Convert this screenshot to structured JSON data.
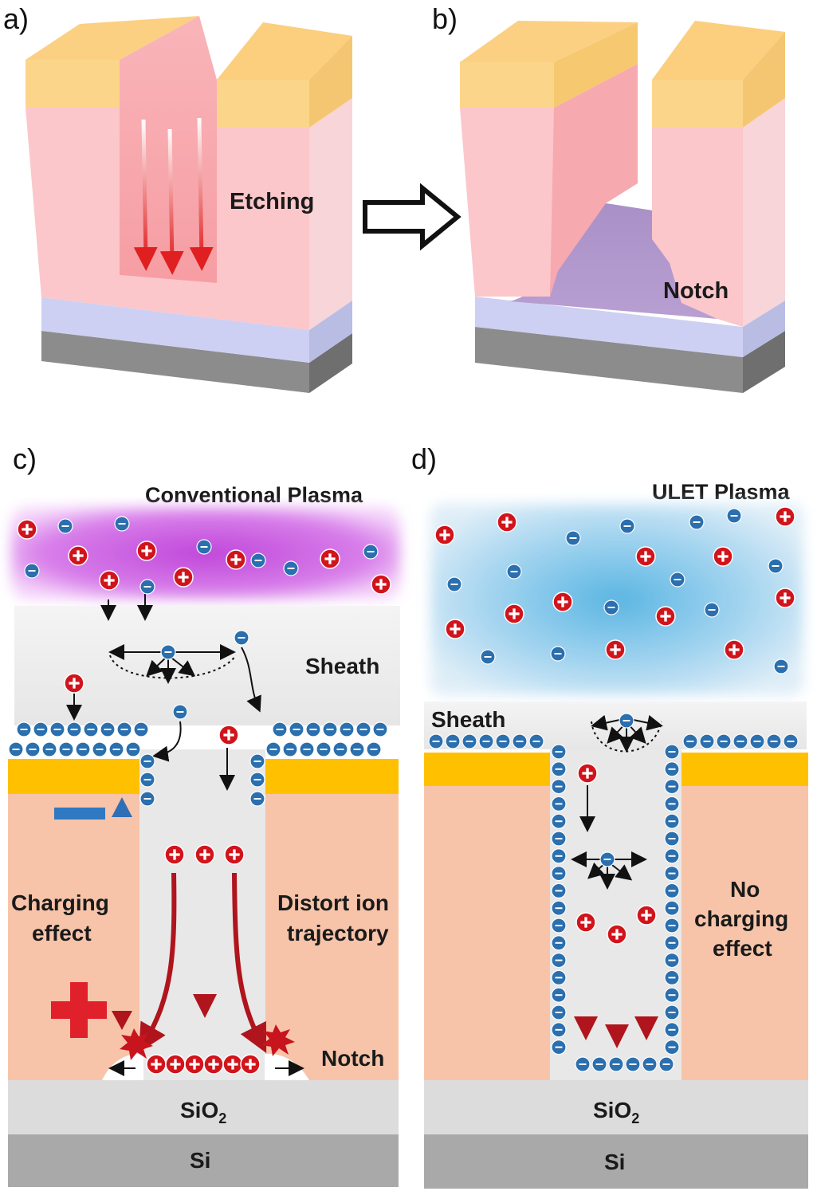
{
  "panels": {
    "a": {
      "tag": "a)",
      "etching_label": "Etching"
    },
    "b": {
      "tag": "b)",
      "notch_label": "Notch"
    },
    "c": {
      "tag": "c)",
      "plasma_title": "Conventional Plasma",
      "sheath_label": "Sheath",
      "charging_line1": "Charging",
      "charging_line2": "effect",
      "distort_line1": "Distort ion",
      "distort_line2": "trajectory",
      "notch_label": "Notch",
      "sio2_label": "SiO",
      "sio2_sub": "2",
      "si_label": "Si"
    },
    "d": {
      "tag": "d)",
      "plasma_title": "ULET Plasma",
      "sheath_label": "Sheath",
      "nocharge_line1": "No",
      "nocharge_line2": "charging",
      "nocharge_line3": "effect",
      "sio2_label": "SiO",
      "sio2_sub": "2",
      "si_label": "Si"
    }
  },
  "colors": {
    "mask": "#ffc000",
    "resist_top": "#fbd68a",
    "substrate_pink": "#f7c4aa",
    "oxide": "#dcdcdc",
    "silicon": "#a9a9a9",
    "conventional_plasma": "#c23fd6",
    "ulet_plasma": "#5ab4e3",
    "positive_ion": "#d1141c",
    "electron": "#2b6fae"
  }
}
